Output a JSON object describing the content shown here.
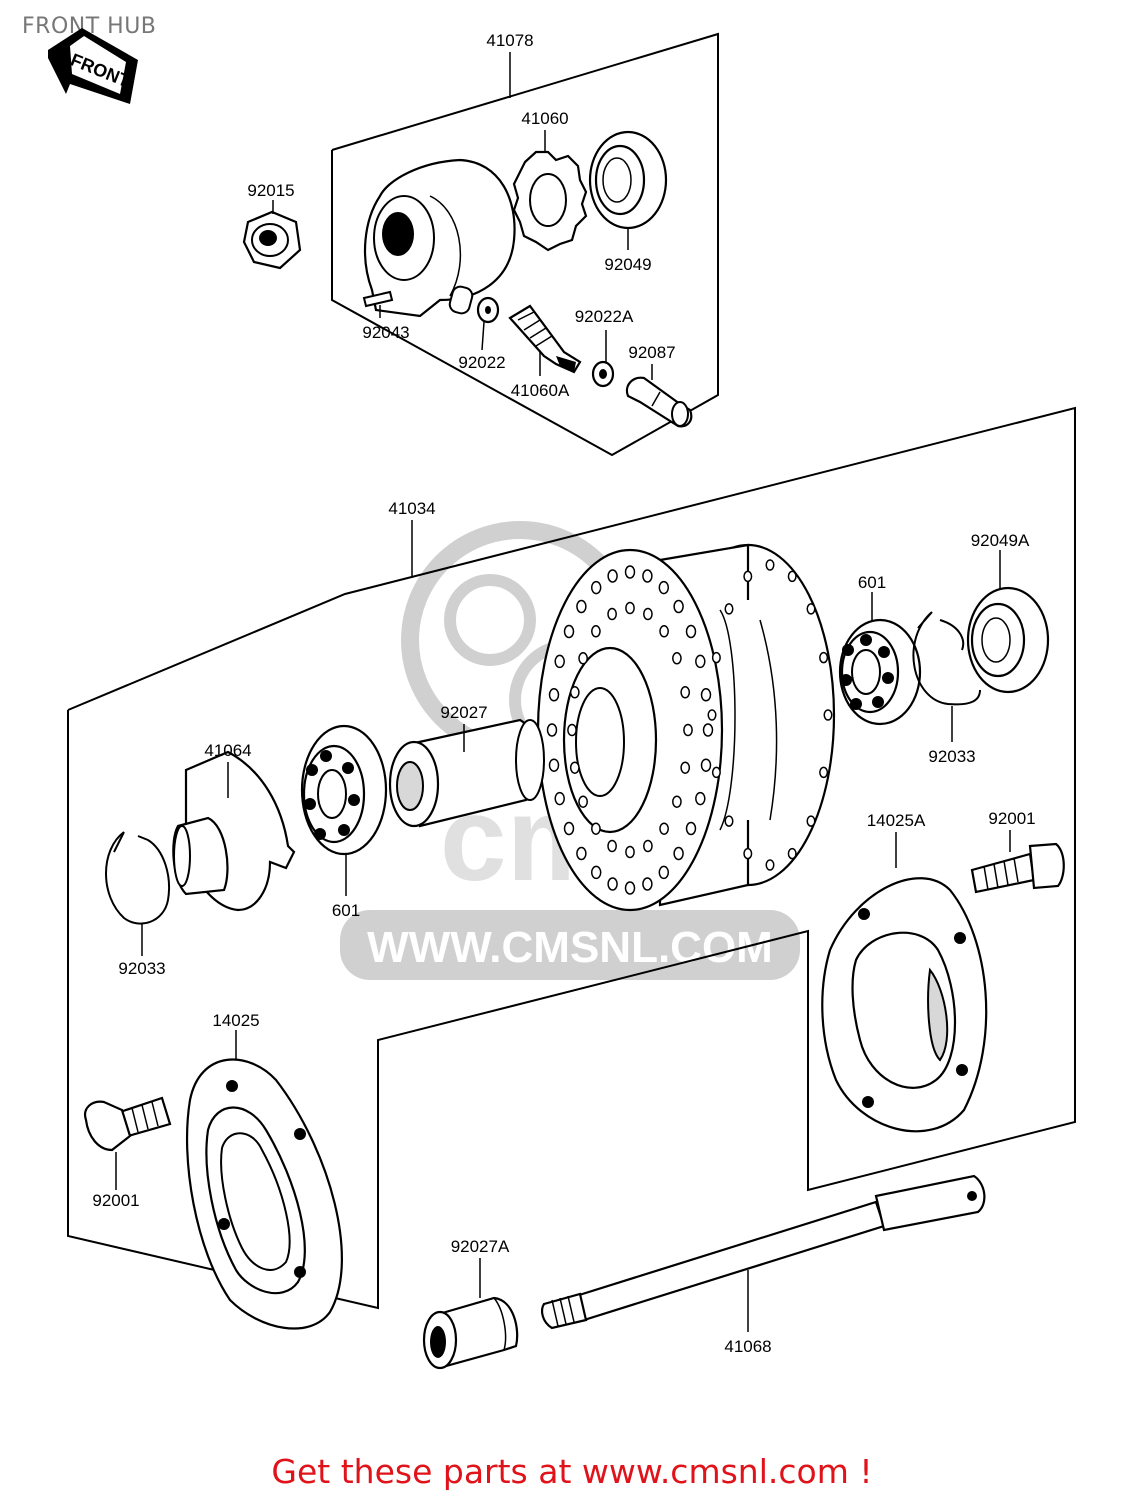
{
  "header": {
    "title": "FRONT HUB"
  },
  "front_badge": {
    "text": "FRONT"
  },
  "watermark": {
    "text": "WWW.CMSNL.COM",
    "color": "#cccccc"
  },
  "footer": {
    "link_text": "Get these parts at www.cmsnl.com !",
    "color": "#e0131a"
  },
  "parts": {
    "p41078": "41078",
    "p41060": "41060",
    "p92015": "92015",
    "p92049": "92049",
    "p92043": "92043",
    "p92022": "92022",
    "p92022A": "92022A",
    "p92087": "92087",
    "p41060A": "41060A",
    "p41034": "41034",
    "p92049A": "92049A",
    "p601_right": "601",
    "p92027": "92027",
    "p41064": "41064",
    "p92033_right": "92033",
    "p14025A": "14025A",
    "p92001_right": "92001",
    "p601_left": "601",
    "p92033_left": "92033",
    "p14025": "14025",
    "p92001_left": "92001",
    "p92027A": "92027A",
    "p41068": "41068"
  }
}
